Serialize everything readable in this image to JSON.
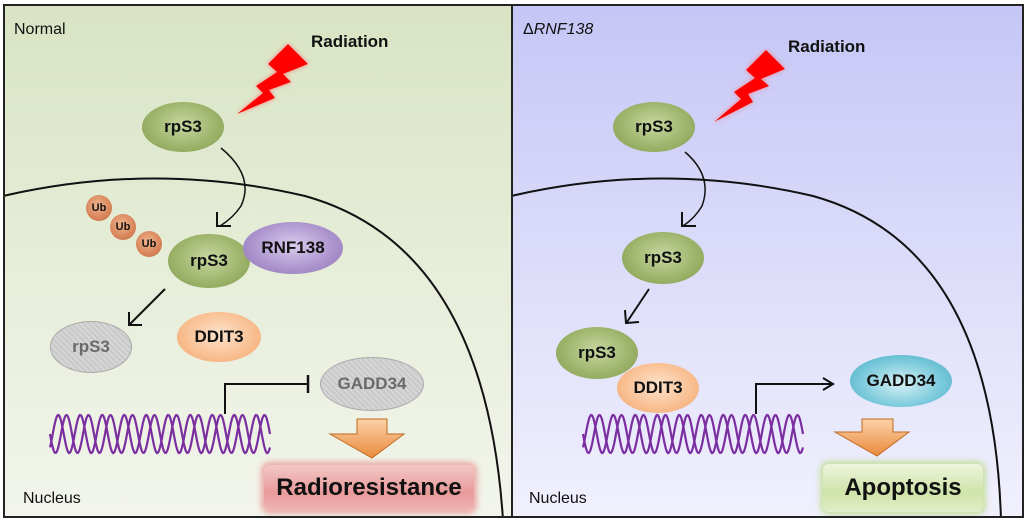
{
  "figure": {
    "left_panel": {
      "title": "Normal",
      "radiation_label": "Radiation",
      "compartment_label": "Nucleus",
      "nodes": {
        "rpS3_cytoplasm": "rpS3",
        "ub1": "Ub",
        "ub2": "Ub",
        "ub3": "Ub",
        "rpS3_ubiquitinated": "rpS3",
        "rnf138": "RNF138",
        "rpS3_degraded": "rpS3",
        "ddit3": "DDIT3",
        "gadd34_inhibited": "GADD34"
      },
      "outcome": "Radioresistance",
      "gadd34_regulation": "inhibition"
    },
    "right_panel": {
      "title_prefix": "Δ",
      "title_gene": "RNF138",
      "radiation_label": "Radiation",
      "compartment_label": "Nucleus",
      "nodes": {
        "rpS3_cytoplasm": "rpS3",
        "rpS3_nucleus": "rpS3",
        "rpS3_bound": "rpS3",
        "ddit3": "DDIT3",
        "gadd34_active": "GADD34"
      },
      "outcome": "Apoptosis",
      "gadd34_regulation": "activation"
    },
    "colors": {
      "left_bg": "#dfe8cc",
      "right_bg": "#d2d2f8",
      "rpS3": "#9fb56d",
      "rnf138": "#aa92cc",
      "ddit3": "#f9c195",
      "ub": "#d8845a",
      "gadd34_active": "#7ccbdc",
      "inactive": "#cccccc",
      "dna": "#7a2ea0",
      "radiation": "#ff0000",
      "outcome_arrow": "#f19a4c",
      "radioresistance_box": "#e89a9a",
      "apoptosis_box": "#cfe3a9"
    }
  }
}
